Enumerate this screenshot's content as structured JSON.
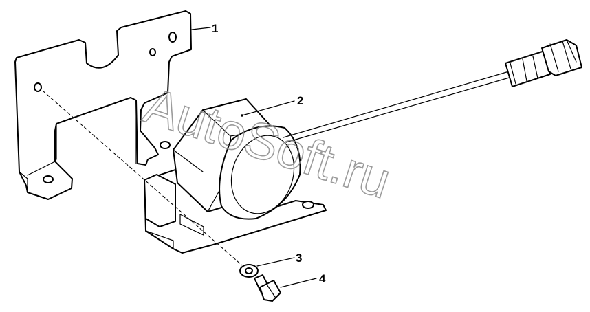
{
  "callouts": [
    {
      "id": "1",
      "text": "1"
    },
    {
      "id": "2",
      "text": "2"
    },
    {
      "id": "3",
      "text": "3"
    },
    {
      "id": "4",
      "text": "4"
    }
  ],
  "watermark": "AutoSoft.ru"
}
